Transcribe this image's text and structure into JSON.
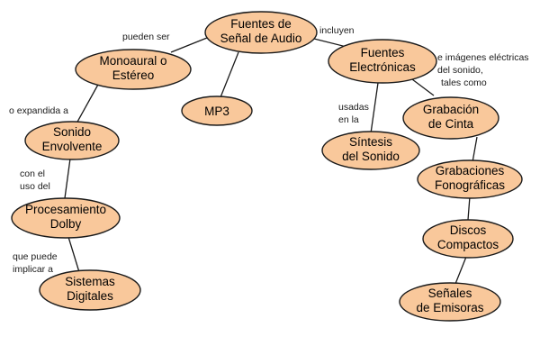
{
  "nodes": {
    "fuentes_audio": [
      "Fuentes de",
      "Señal de Audio"
    ],
    "monoaural": [
      "Monoaural o",
      "Estéreo"
    ],
    "mp3": [
      "MP3"
    ],
    "electronicas": [
      "Fuentes",
      "Electrónicas"
    ],
    "envolvente": [
      "Sonido",
      "Envolvente"
    ],
    "sintesis": [
      "Síntesis",
      "del Sonido"
    ],
    "grabacion_cinta": [
      "Grabación",
      "de Cinta"
    ],
    "dolby": [
      "Procesamiento",
      "Dolby"
    ],
    "fonograficas": [
      "Grabaciones",
      "Fonográficas"
    ],
    "discos": [
      "Discos",
      "Compactos"
    ],
    "digitales": [
      "Sistemas",
      "Digitales"
    ],
    "emisoras": [
      "Señales",
      "de Emisoras"
    ]
  },
  "links": {
    "pueden_ser": [
      "pueden ser"
    ],
    "incluyen": [
      "incluyen"
    ],
    "imagenes": [
      "e imágenes eléctricas",
      "del sonido,",
      "tales como"
    ],
    "expandida": [
      "o expandida a"
    ],
    "usadas": [
      "usadas",
      "en la"
    ],
    "con_el_uso": [
      "con el",
      "uso del"
    ],
    "que_puede": [
      "que puede",
      "implicar a"
    ]
  }
}
